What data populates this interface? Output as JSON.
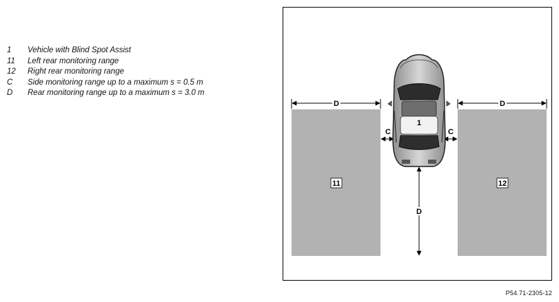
{
  "legend": [
    {
      "key": "1",
      "text": "Vehicle with Blind Spot Assist"
    },
    {
      "key": "11",
      "text": "Left rear monitoring range"
    },
    {
      "key": "12",
      "text": "Right rear monitoring range"
    },
    {
      "key": "C",
      "text": "Side monitoring range up to a maximum s = 0.5 m"
    },
    {
      "key": "D",
      "text": "Rear monitoring range up to a maximum s = 3.0 m"
    }
  ],
  "figure": {
    "vehicle_label": "1",
    "left_range_label": "11",
    "right_range_label": "12",
    "side_label": "C",
    "rear_label": "D"
  },
  "caption": "P54.71-2305-12"
}
